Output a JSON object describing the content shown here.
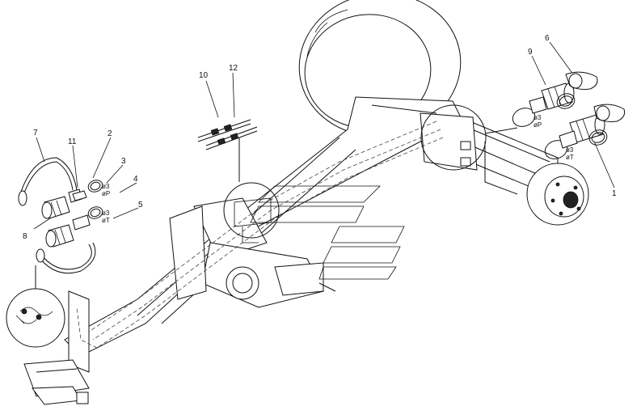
{
  "callouts": [
    {
      "id": "1",
      "text": "1"
    },
    {
      "id": "2",
      "text": "2"
    },
    {
      "id": "3",
      "text": "3"
    },
    {
      "id": "4",
      "text": "4"
    },
    {
      "id": "5",
      "text": "5"
    },
    {
      "id": "6",
      "text": "6"
    },
    {
      "id": "7",
      "text": "7"
    },
    {
      "id": "8",
      "text": "8"
    },
    {
      "id": "9",
      "text": "9"
    },
    {
      "id": "10",
      "text": "10"
    },
    {
      "id": "11",
      "text": "11"
    },
    {
      "id": "12",
      "text": "12"
    }
  ],
  "marks": {
    "left_upper": [
      "ø3",
      "øP"
    ],
    "left_lower": [
      "ø3",
      "øT"
    ],
    "right_upper": [
      "ø3",
      "øP"
    ],
    "right_lower": [
      "ø3",
      "øT"
    ]
  }
}
